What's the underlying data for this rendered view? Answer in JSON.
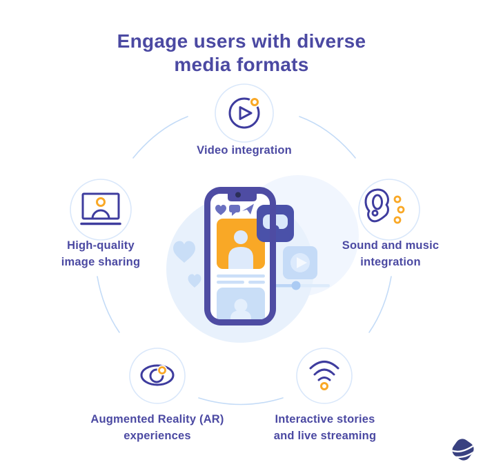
{
  "title": {
    "lines": [
      "Engage users with diverse",
      "media formats"
    ]
  },
  "items": [
    {
      "id": "video-integration",
      "icon": "play-circle-icon",
      "lines": [
        "Video integration"
      ]
    },
    {
      "id": "sound-and-music-integration",
      "icon": "ear-icon",
      "lines": [
        "Sound and music",
        "integration"
      ]
    },
    {
      "id": "interactive-stories-and-live-streaming",
      "icon": "wifi-icon",
      "lines": [
        "Interactive stories",
        "and live streaming"
      ]
    },
    {
      "id": "augmented-reality-experiences",
      "icon": "eye-icon",
      "lines": [
        "Augmented Reality (AR)",
        "experiences"
      ]
    },
    {
      "id": "high-quality-image-sharing",
      "icon": "monitor-image-icon",
      "lines": [
        "High-quality",
        "image sharing"
      ]
    }
  ],
  "illustration": {
    "description": "smartphone social feed with hearts, VR goggles card, video player card and progress bar",
    "icons": [
      "heart-icon",
      "chat-bubble-icon",
      "send-icon",
      "vr-goggles-icon",
      "play-button-icon",
      "progress-bar",
      "user-avatar-icon"
    ]
  },
  "logo": {
    "icon": "brand-logo-icon"
  },
  "colors": {
    "title_text": "#4B49A2",
    "label_text": "#4B49A2",
    "icon_stroke": "#3E3C9E",
    "accent_orange": "#F9A826",
    "light_blue": "#C9DEF7",
    "pale_blue": "#E8F1FC",
    "phone_frame": "#4E4CA3",
    "vr_square": "#4A51A9",
    "circle_border": "#D9E7FA",
    "arc": "#C3DBF7",
    "logo_navy": "#394180"
  }
}
